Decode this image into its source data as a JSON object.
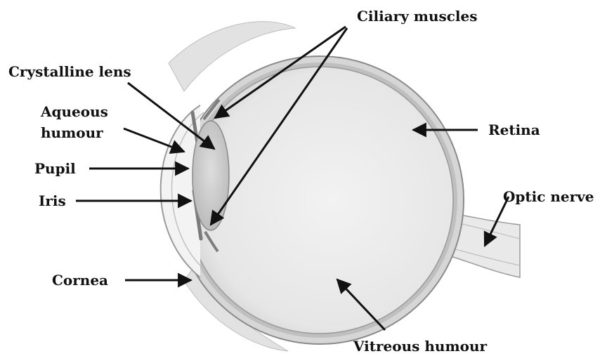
{
  "labels": {
    "ciliary_muscles": "Ciliary muscles",
    "crystalline_lens": "Crystalline lens",
    "aqueous_line1": "Aqueous",
    "aqueous_line2": "humour",
    "pupil": "Pupil",
    "iris": "Iris",
    "cornea": "Cornea",
    "retina": "Retina",
    "optic_nerve": "Optic nerve",
    "vitreous_humour": "Vitreous humour"
  },
  "colors": {
    "ink": "#111111",
    "sclera_fill": "#dcdcdc",
    "vitreous_fill": "#ececec",
    "lens_fill": "#c8c8c8",
    "outline": "#8a8a8a"
  }
}
